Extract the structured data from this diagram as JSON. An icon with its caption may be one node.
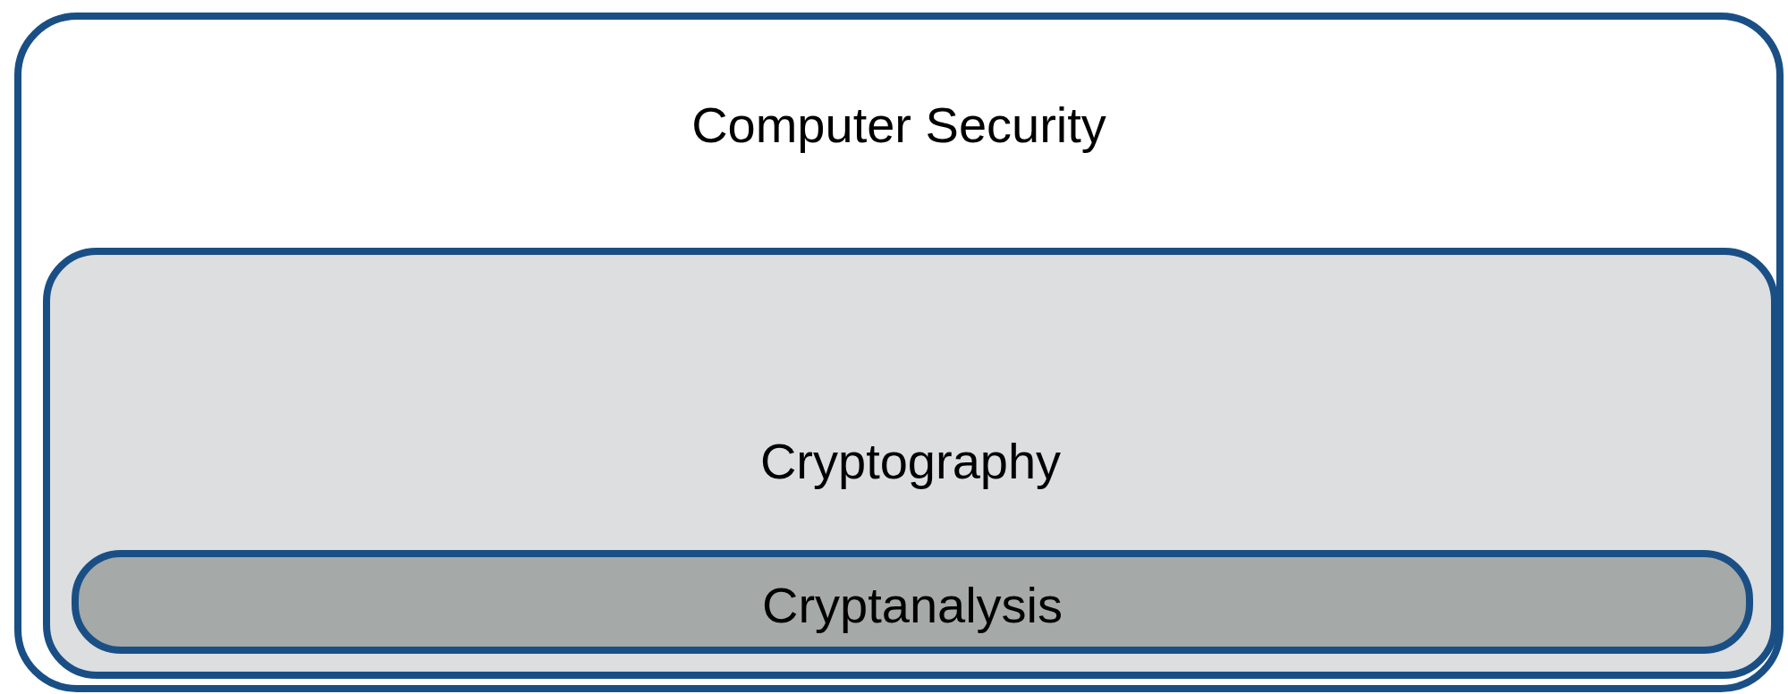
{
  "diagram": {
    "nodes": [
      {
        "text": [
          "Computer Security"
        ]
      },
      {
        "text": [
          "Cryptography"
        ],
        "in": 0
      },
      {
        "text": [
          "Cryptanalysis"
        ],
        "in": 1
      }
    ]
  }
}
